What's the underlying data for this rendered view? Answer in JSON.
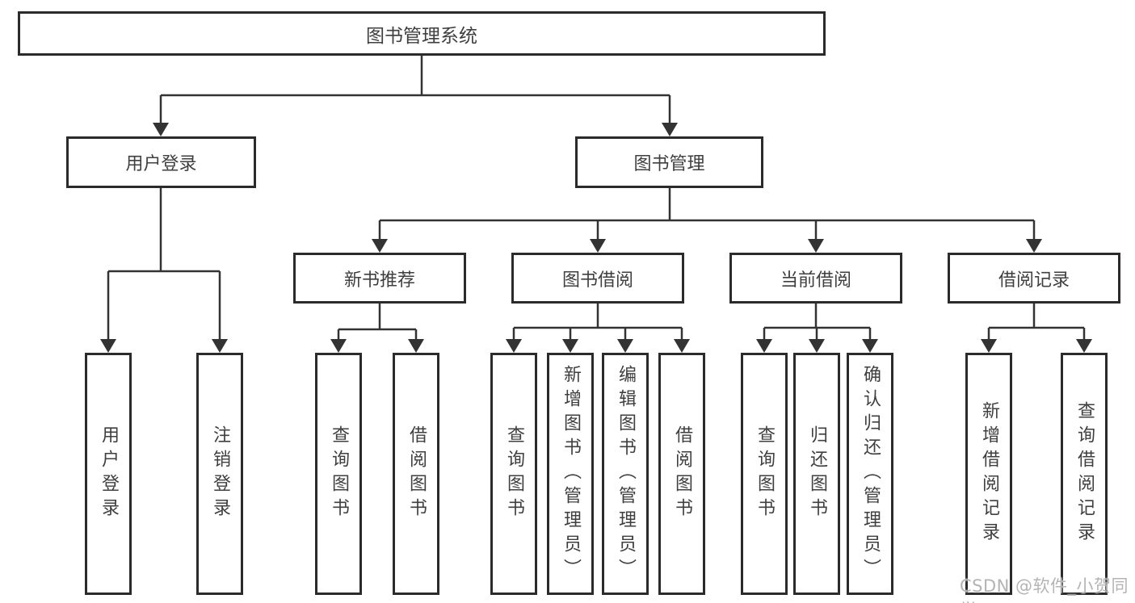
{
  "tree": {
    "root": {
      "label": "图书管理系统",
      "children": [
        {
          "label": "用户登录",
          "children": [
            {
              "label": "用户登录"
            },
            {
              "label": "注销登录"
            }
          ]
        },
        {
          "label": "图书管理",
          "children": [
            {
              "label": "新书推荐",
              "children": [
                {
                  "label": "查询图书"
                },
                {
                  "label": "借阅图书"
                }
              ]
            },
            {
              "label": "图书借阅",
              "children": [
                {
                  "label": "查询图书"
                },
                {
                  "label": "新增图书（管理员）"
                },
                {
                  "label": "编辑图书（管理员）"
                },
                {
                  "label": "借阅图书"
                }
              ]
            },
            {
              "label": "当前借阅",
              "children": [
                {
                  "label": "查询图书"
                },
                {
                  "label": "归还图书"
                },
                {
                  "label": "确认归还（管理员）"
                }
              ]
            },
            {
              "label": "借阅记录",
              "children": [
                {
                  "label": "新增借阅记录"
                },
                {
                  "label": "查询借阅记录"
                }
              ]
            }
          ]
        }
      ]
    }
  },
  "watermark": {
    "text": "CSDN @软件_小贺同学"
  },
  "colors": {
    "background": "#ffffff",
    "box_border": "#2b2b2b",
    "connector": "#333333",
    "text": "#3f3f3f",
    "watermark": "#b4b4b4"
  }
}
